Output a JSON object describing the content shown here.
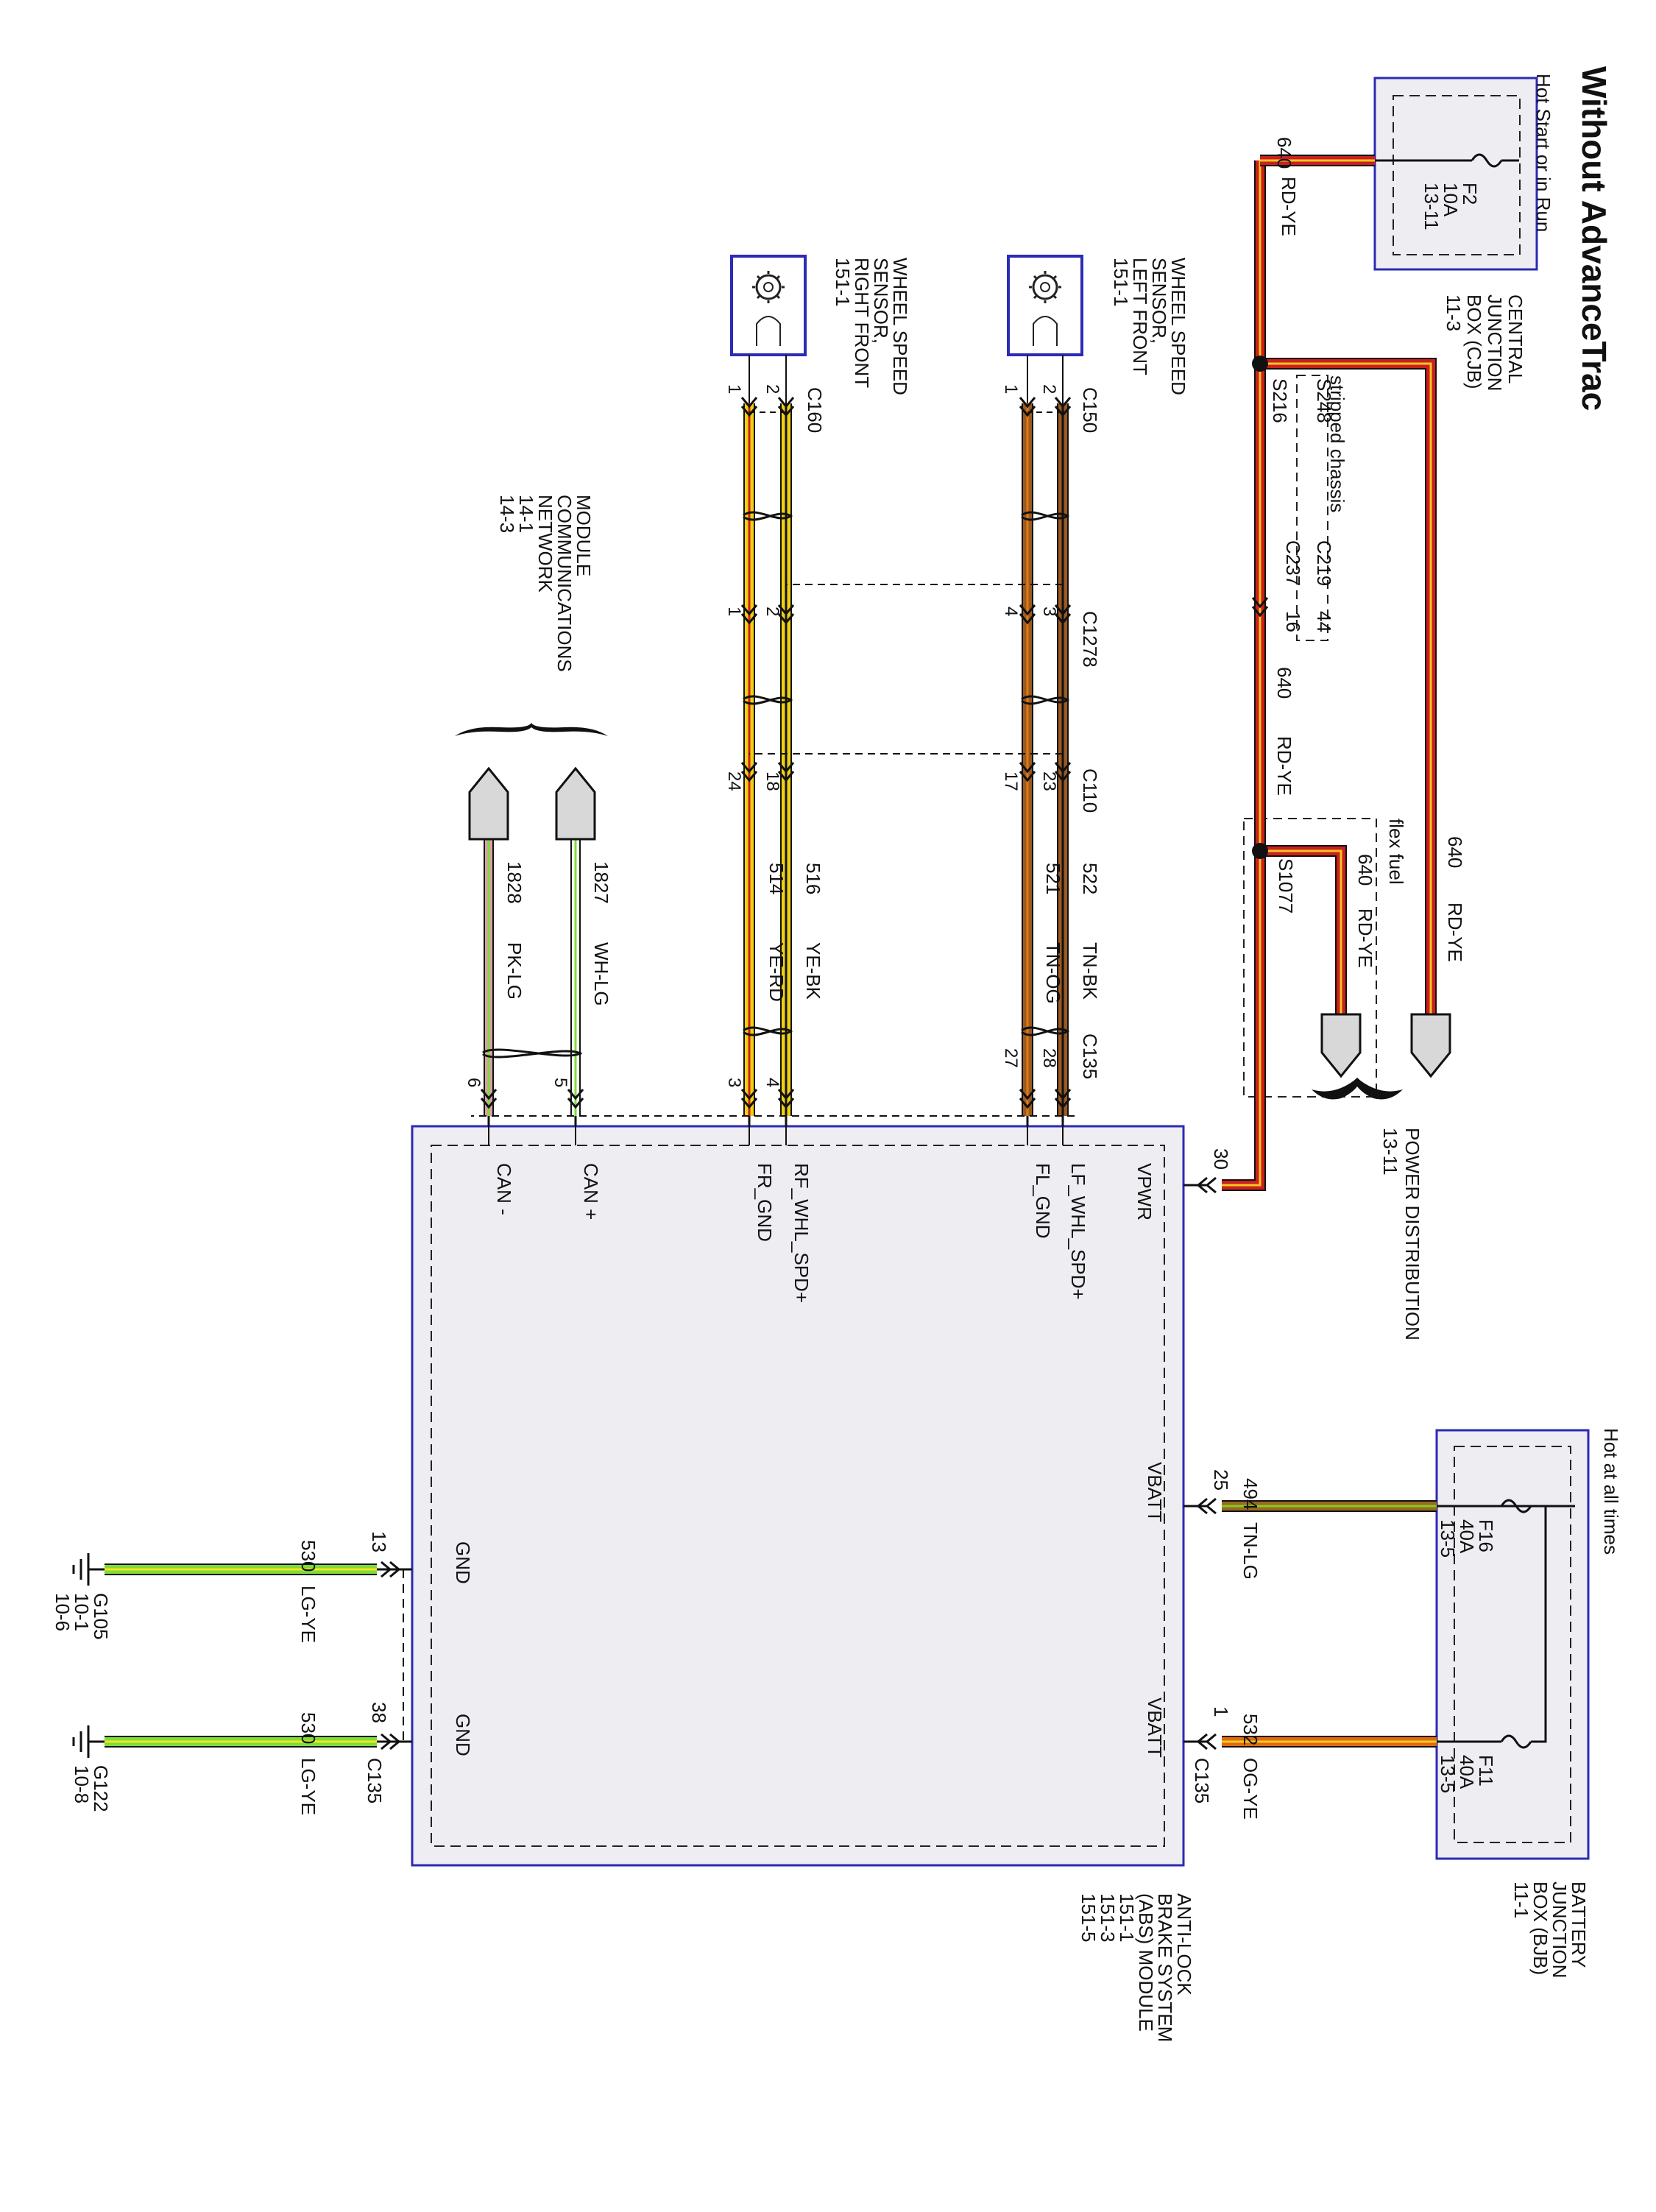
{
  "title": "Without AdvanceTrac",
  "colors": {
    "rd_ye": [
      "#cc1f1f",
      "#f2c81e"
    ],
    "ye_bk": [
      "#f0d012",
      "#111111"
    ],
    "ye_rd": [
      "#f0d012",
      "#cc1f1f"
    ],
    "tn_bk": [
      "#9a5a22",
      "#111111"
    ],
    "tn_og": [
      "#9a5a22",
      "#e07a10"
    ],
    "pk_lg": [
      "#d9a0a8",
      "#7fdc3a"
    ],
    "wh_lg": [
      "#ffffff",
      "#7fdc3a"
    ],
    "tn_lg": [
      "#9a6a22",
      "#88cc22"
    ],
    "og_ye": [
      "#e06a10",
      "#f2c81e"
    ],
    "lg_ye": [
      "#7fdc3a",
      "#f2e81e"
    ],
    "box_blue": "#2b2bb5",
    "box_fill": "#ededf2"
  },
  "cjb": {
    "condition": "Hot Start or in Run",
    "name": [
      "CENTRAL",
      "JUNCTION",
      "BOX (CJB)",
      "11-3"
    ],
    "fuse": [
      "F2",
      "10A",
      "13-11"
    ]
  },
  "bjb": {
    "condition": "Hot at all times",
    "name": [
      "BATTERY",
      "JUNCTION",
      "BOX (BJB)",
      "11-1"
    ],
    "fuse_a": [
      "F16",
      "40A",
      "13-5"
    ],
    "fuse_b": [
      "F11",
      "40A",
      "13-5"
    ]
  },
  "power_dist": [
    "POWER DISTRIBUTION",
    "13-11"
  ],
  "wheel_lf": {
    "name": [
      "WHEEL SPEED",
      "SENSOR,",
      "LEFT FRONT",
      "151-1"
    ],
    "connector": "C150",
    "pin1": "1",
    "pin2": "2"
  },
  "wheel_rf": {
    "name": [
      "WHEEL SPEED",
      "SENSOR,",
      "RIGHT FRONT",
      "151-1"
    ],
    "connector": "C160",
    "pin1": "1",
    "pin2": "2"
  },
  "mcn": [
    "MODULE",
    "COMMUNICATIONS",
    "NETWORK",
    "14-1",
    "14-3"
  ],
  "abs": {
    "name": [
      "ANTI-LOCK",
      "BRAKE SYSTEM",
      "(ABS) MODULE",
      "151-1",
      "151-3",
      "151-5"
    ],
    "pins": {
      "vpwr": "VPWR",
      "lf_spd": "LF_WHL_SPD+",
      "fl_gnd": "FL_GND",
      "rf_spd": "RF_WHL_SPD+",
      "fr_gnd": "FR_GND",
      "can_p": "CAN +",
      "can_m": "CAN -",
      "vbatt": "VBATT",
      "gnd": "GND"
    }
  },
  "splices": {
    "s216": "S216",
    "s248": "S248",
    "stripped": "stripped chassis",
    "c219": "C219",
    "c219_pin": "44",
    "c237": "C237",
    "c237_pin": "16",
    "s1077": "S1077",
    "flex": "flex fuel"
  },
  "connectors": {
    "c1278": "C1278",
    "c110": "C110",
    "c135": "C135",
    "c1278_pins": [
      "4",
      "3",
      "2",
      "1"
    ],
    "c110_pins": [
      "17",
      "23",
      "18",
      "24"
    ],
    "c135_pins": [
      "27",
      "28",
      "3",
      "4",
      "5",
      "6"
    ],
    "abs_pins": {
      "vpwr": "30",
      "vbatt_a": "25",
      "vbatt_b": "1",
      "gnd_a": "13",
      "gnd_b": "38"
    }
  },
  "wires": {
    "w640": {
      "circuit": "640",
      "color": "RD-YE"
    },
    "w522": {
      "circuit": "522",
      "color": "TN-BK"
    },
    "w521": {
      "circuit": "521",
      "color": "TN-OG"
    },
    "w516": {
      "circuit": "516",
      "color": "YE-BK"
    },
    "w514": {
      "circuit": "514",
      "color": "YE-RD"
    },
    "w1827": {
      "circuit": "1827",
      "color": "WH-LG"
    },
    "w1828": {
      "circuit": "1828",
      "color": "PK-LG"
    },
    "w494": {
      "circuit": "494",
      "color": "TN-LG"
    },
    "w532": {
      "circuit": "532",
      "color": "OG-YE"
    },
    "w530": {
      "circuit": "530",
      "color": "LG-YE"
    }
  },
  "grounds": {
    "g105": [
      "G105",
      "10-1",
      "10-6"
    ],
    "g122": [
      "G122",
      "10-8"
    ]
  }
}
